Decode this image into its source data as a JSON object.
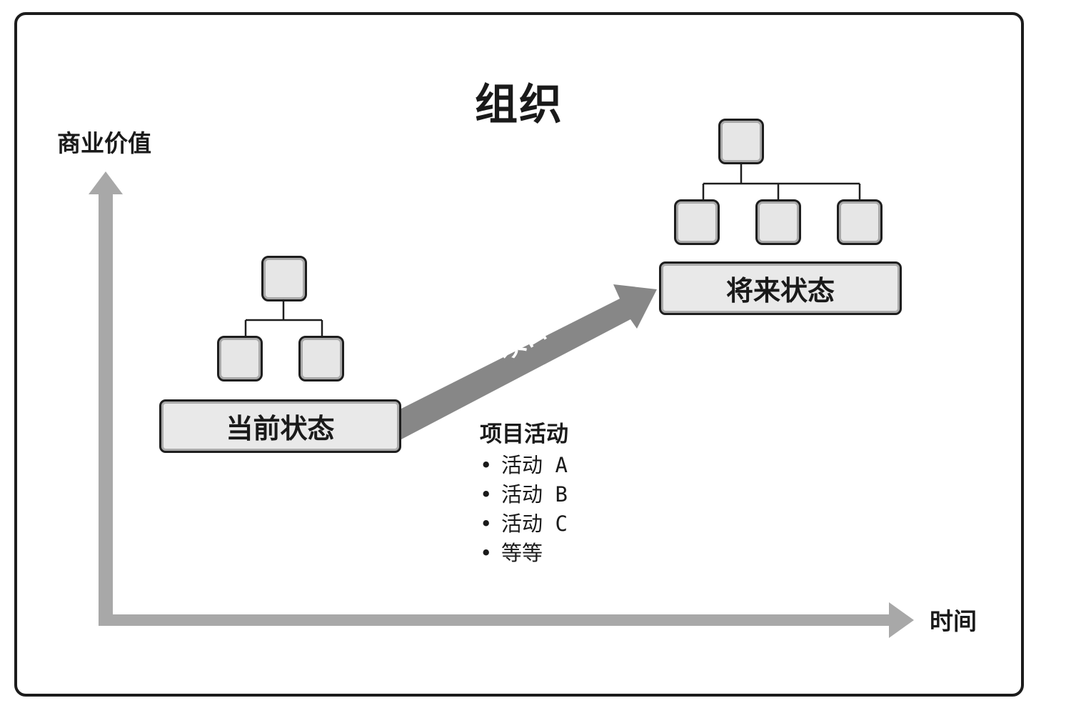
{
  "title": "组织",
  "axes": {
    "y_label": "商业价值",
    "x_label": "时间"
  },
  "current_state": {
    "label": "当前状态",
    "org_chart": {
      "top_nodes": 1,
      "child_nodes": 2
    }
  },
  "future_state": {
    "label": "将来状态",
    "org_chart": {
      "top_nodes": 1,
      "child_nodes": 3
    }
  },
  "arrow": {
    "label": "项目"
  },
  "activities": {
    "heading": "项目活动",
    "bullet": "•",
    "items": [
      "活动 A",
      "活动 B",
      "活动 C",
      "等等"
    ]
  },
  "colors": {
    "axis": "#a8a8a8",
    "project_arrow": "#878787",
    "box_fill": "#e9e9e9",
    "border": "#1e1e1e"
  }
}
